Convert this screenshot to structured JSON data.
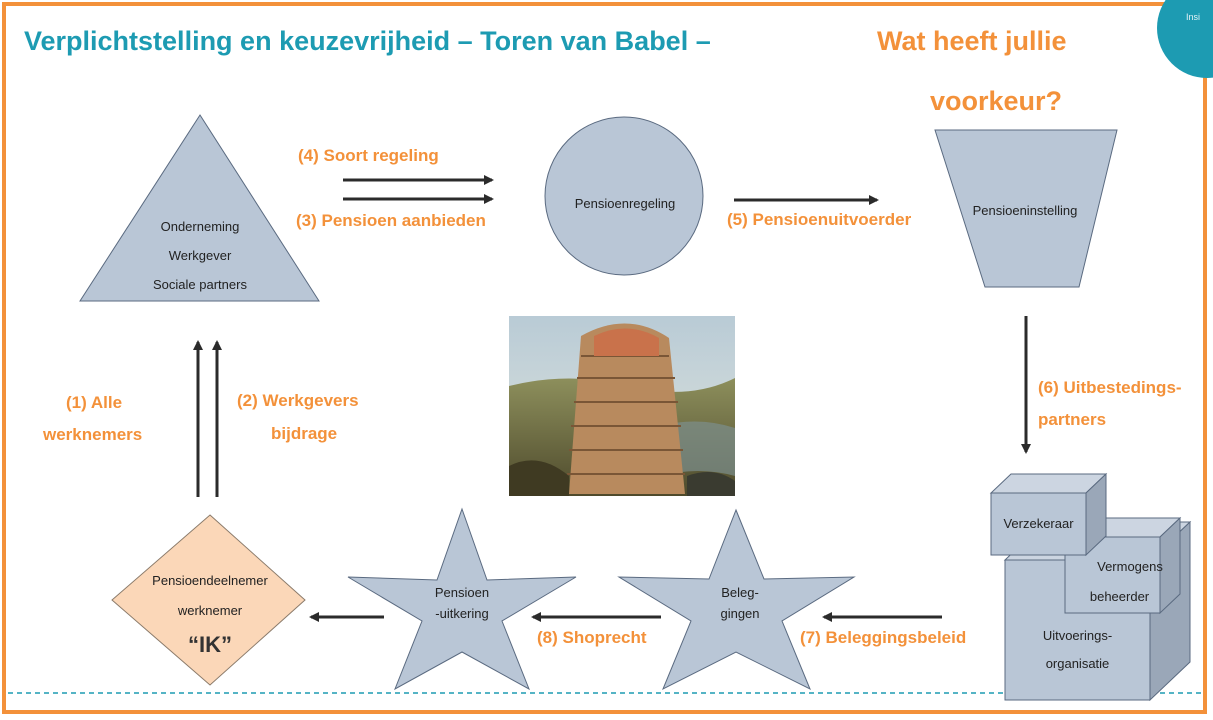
{
  "title": {
    "part1": "Verplichtstelling en keuzevrijheid – Toren van Babel – ",
    "part2": "Wat heeft jullie",
    "part3": "voorkeur?"
  },
  "corner_text": "Insi",
  "triangle": {
    "line1": "Onderneming",
    "line2": "Werkgever",
    "line3": "Sociale partners"
  },
  "circle": {
    "label": "Pensioenregeling"
  },
  "trapezoid": {
    "label": "Pensioeninstelling"
  },
  "diamond": {
    "line1": "Pensioendeelnemer",
    "line2": "werknemer",
    "line3": "“IK”"
  },
  "star_uitkering": {
    "line1": "Pensioen",
    "line2": "-uitkering"
  },
  "star_beleggingen": {
    "line1": "Beleg-",
    "line2": "gingen"
  },
  "boxes": {
    "verzekeraar": "Verzekeraar",
    "vermogens_line1": "Vermogens",
    "vermogens_line2": "beheerder",
    "uitvoerings_line1": "Uitvoerings-",
    "uitvoerings_line2": "organisatie"
  },
  "labels": {
    "l1_line1": "(1) Alle",
    "l1_line2": "werknemers",
    "l2_line1": "(2)  Werkgevers",
    "l2_line2": "bijdrage",
    "l3": "(3)  Pensioen aanbieden",
    "l4": "(4)  Soort regeling",
    "l5": "(5)  Pensioenuitvoerder",
    "l6_line1": "(6)  Uitbestedings-",
    "l6_line2": "partners",
    "l7": "(7) Beleggingsbeleid",
    "l8": "(8)  Shoprecht"
  },
  "colors": {
    "teal": "#1d9bb2",
    "orange": "#f3913a",
    "shape_fill": "#b9c6d6",
    "diamond_fill": "#fbd7b8",
    "arrow": "#2b2b2b"
  }
}
